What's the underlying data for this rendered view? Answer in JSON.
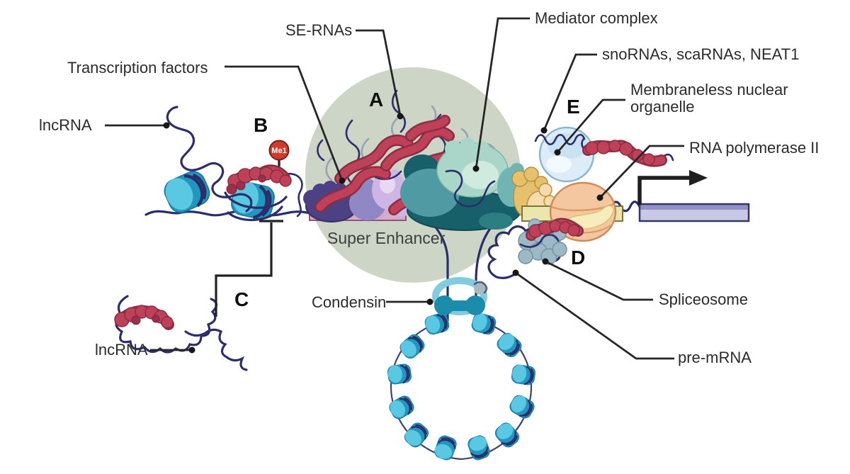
{
  "diagram": {
    "type": "biology-illustration",
    "subject": "lncRNA functions at a super enhancer and gene locus",
    "labels": {
      "se_rnas": "SE-RNAs",
      "mediator_complex": "Mediator complex",
      "transcription_factors": "Transcription factors",
      "sno_sca_neat1": "snoRNAs, scaRNAs, NEAT1",
      "membraneless_line1": "Membraneless nuclear",
      "membraneless_line2": "organelle",
      "rna_polymerase": "RNA polymerase II",
      "lncrna_top": "lncRNA",
      "lncrna_bottom": "lncRNA",
      "super_enhancer": "Super Enhancer",
      "condensin": "Condensin",
      "spliceosome": "Spliceosome",
      "pre_mrna": "pre-mRNA"
    },
    "panels": {
      "a": "A",
      "b": "B",
      "c": "C",
      "d": "D",
      "e": "E"
    },
    "badge_me1": "Me1",
    "colors": {
      "sage_circle": "#ccd5c6",
      "dna_navy": "#2b2e6b",
      "nucleosome_cyan": "#5ac8e2",
      "nucleosome_teal": "#2196be",
      "condensin_teal": "#1b8cab",
      "enhancer_mauve": "#d5abc9",
      "tf_dark_purple": "#4c4184",
      "tf_mid_purple": "#9087c5",
      "tf_lavender": "#cdb5e5",
      "rna_crimson": "#bf4059",
      "mediator_dark": "#175f69",
      "mediator_mid": "#4f9aa3",
      "mediator_mint": "#a9d6c9",
      "gold_protein": "#e7c06d",
      "polii_orange": "#f5c7a0",
      "promoter_yellow": "#ebe6ae",
      "gene_lavender": "#c9c9e6",
      "bubble_blue": "#dcedf7",
      "spliceosome_gray": "#9db9c6",
      "me1_red": "#d23b2b"
    }
  }
}
